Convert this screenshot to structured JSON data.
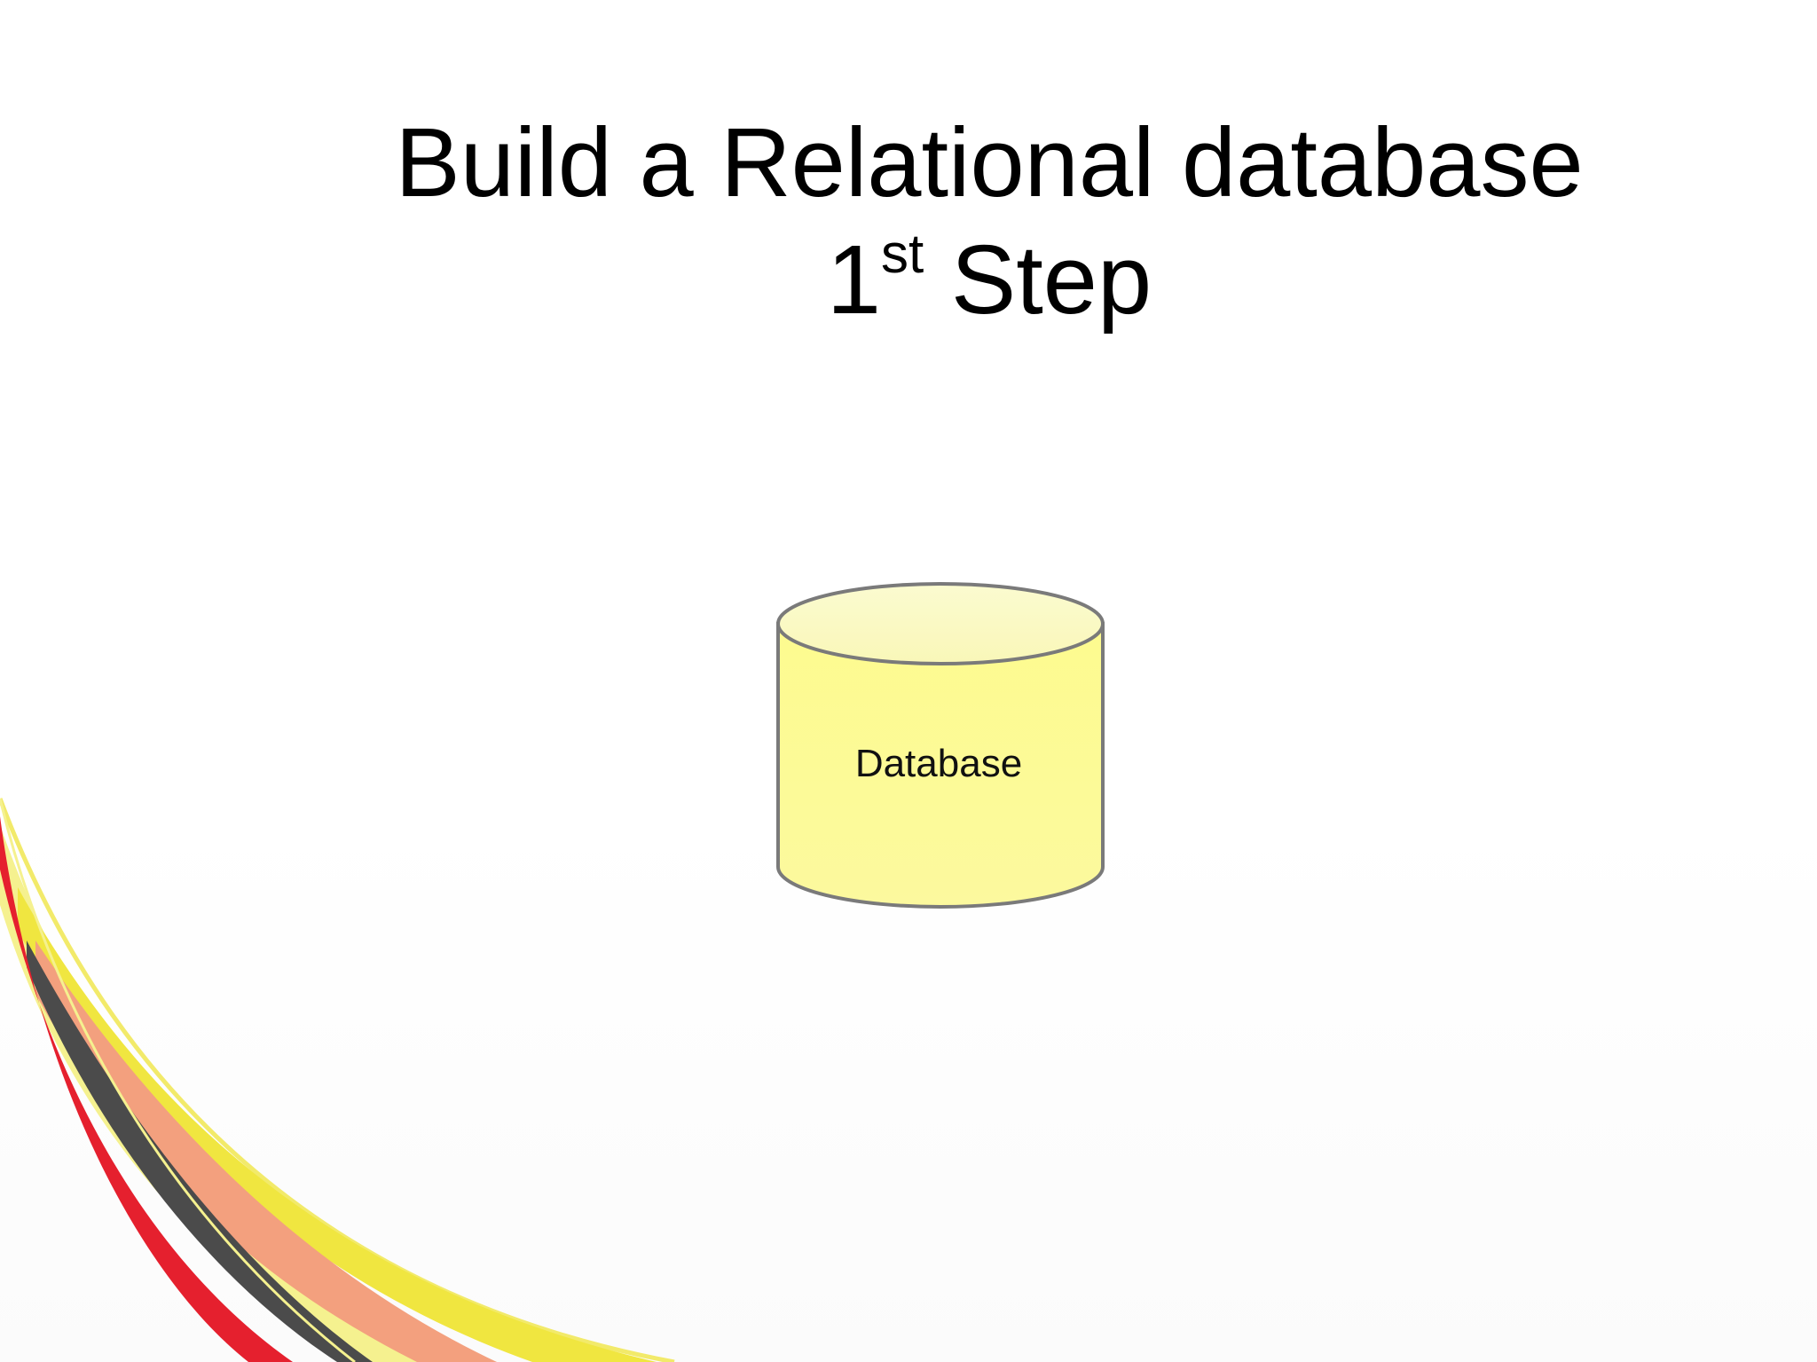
{
  "slide": {
    "title_line1": "Build a Relational database",
    "title_number": "1",
    "title_ordinal": "st",
    "title_step": "Step"
  },
  "diagram": {
    "database_label": "Database",
    "cylinder_fill": "#fdfb9e",
    "cylinder_top_fill": "#fbfbc4",
    "cylinder_stroke": "#7a7a7a"
  },
  "decoration": {
    "swoosh_colors": [
      "#e5202e",
      "#4b4b4b",
      "#f3a07e",
      "#f2e94a",
      "#f5f18f"
    ]
  }
}
